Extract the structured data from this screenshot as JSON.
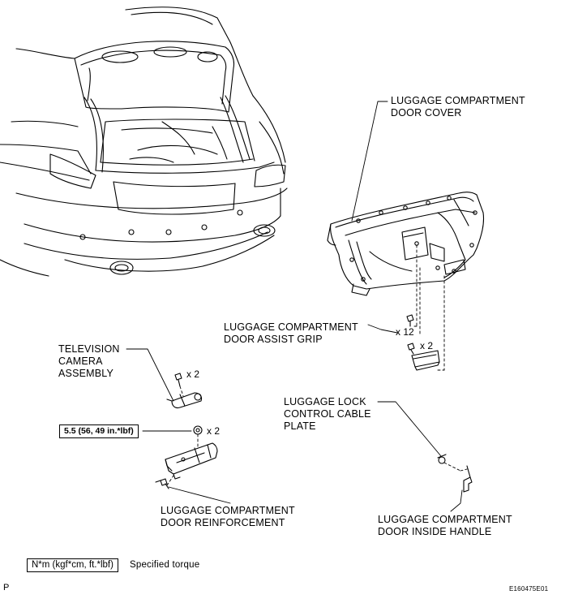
{
  "labels": {
    "door_cover": [
      "LUGGAGE COMPARTMENT",
      "DOOR COVER"
    ],
    "assist_grip": [
      "LUGGAGE COMPARTMENT",
      "DOOR ASSIST GRIP"
    ],
    "tv_camera": [
      "TELEVISION",
      "CAMERA",
      "ASSEMBLY"
    ],
    "lock_cable_plate": [
      "LUGGAGE LOCK",
      "CONTROL CABLE",
      "PLATE"
    ],
    "reinforcement": [
      "LUGGAGE COMPARTMENT",
      "DOOR REINFORCEMENT"
    ],
    "inside_handle": [
      "LUGGAGE COMPARTMENT",
      "DOOR INSIDE HANDLE"
    ]
  },
  "quantities": {
    "clips_cover": "x 12",
    "screws_grip": "x 2",
    "screws_camera": "x 2",
    "nuts_reinforcement": "x 2"
  },
  "torque": "5.5 (56, 49 in.*lbf)",
  "legend": {
    "box": "N*m (kgf*cm, ft.*lbf)",
    "text": "Specified torque"
  },
  "corner_letter": "P",
  "figure_id": "E160475E01"
}
